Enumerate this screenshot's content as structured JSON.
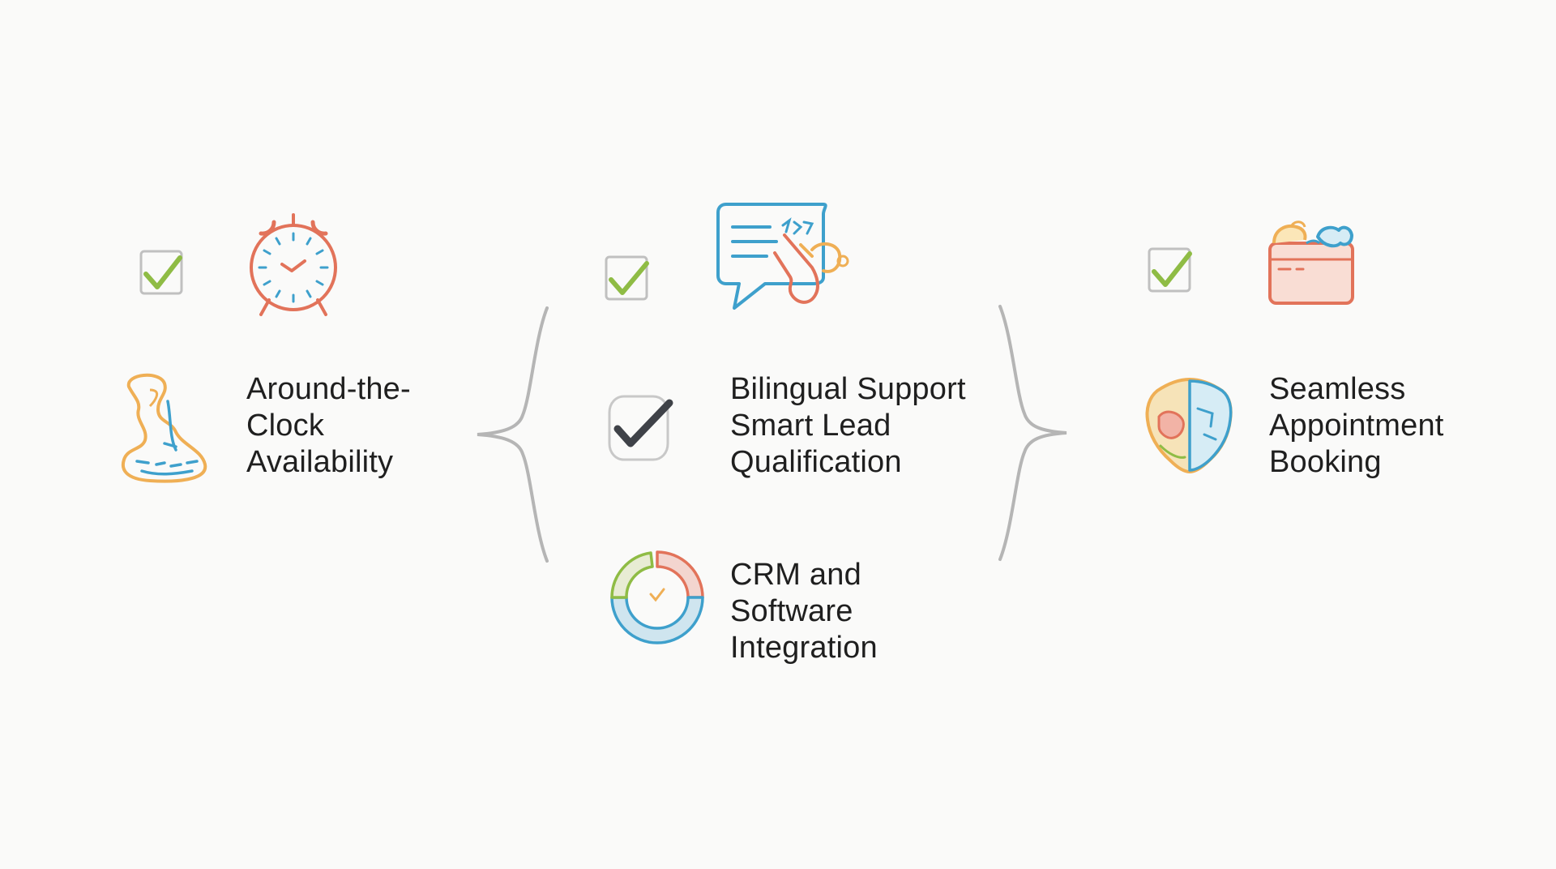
{
  "features": [
    {
      "id": "availability",
      "lines": [
        "Around-the-",
        "Clock",
        "Availability"
      ]
    },
    {
      "id": "bilingual",
      "lines": [
        "Bilingual Support",
        "Smart Lead",
        "Qualification"
      ]
    },
    {
      "id": "crm",
      "lines": [
        "CRM and",
        "Software",
        "Integration"
      ]
    },
    {
      "id": "booking",
      "lines": [
        "Seamless",
        "Appointment",
        "Booking"
      ]
    }
  ],
  "icons": {
    "checkbox": "checkbox-check-icon",
    "clock": "alarm-clock-icon",
    "chat": "chat-bubble-hand-icon",
    "wallet": "wallet-icon",
    "melt": "flowing-shape-icon",
    "check_circle": "check-circle-icon",
    "donut": "donut-chart-icon",
    "shield": "shield-map-icon"
  },
  "colors": {
    "check_green": "#8fbc45",
    "box_gray": "#b9b9b9",
    "clock_red": "#e2735a",
    "chat_blue": "#3ea0cc",
    "accent_orange": "#efaf55",
    "brace_gray": "#b5b5b5",
    "text": "#1f1f1f"
  }
}
